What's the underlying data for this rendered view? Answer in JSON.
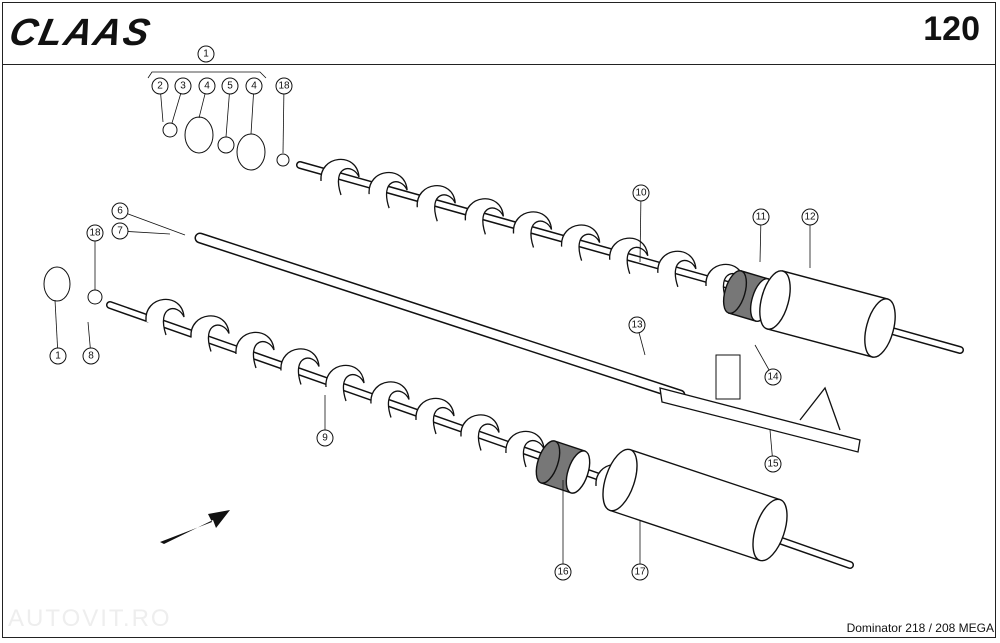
{
  "header": {
    "brand": "CLAAS",
    "page_number": "120"
  },
  "footer": {
    "model": "Dominator 218 / 208 MEGA",
    "watermark": "AUTOVIT.RO"
  },
  "callouts": [
    {
      "label": "1"
    },
    {
      "label": "2"
    },
    {
      "label": "3"
    },
    {
      "label": "4"
    },
    {
      "label": "5"
    },
    {
      "label": "4"
    },
    {
      "label": "18"
    },
    {
      "label": "6"
    },
    {
      "label": "7"
    },
    {
      "label": "18"
    },
    {
      "label": "1"
    },
    {
      "label": "8"
    },
    {
      "label": "10"
    },
    {
      "label": "11"
    },
    {
      "label": "12"
    },
    {
      "label": "13"
    },
    {
      "label": "14"
    },
    {
      "label": "15"
    },
    {
      "label": "9"
    },
    {
      "label": "16"
    },
    {
      "label": "17"
    }
  ]
}
